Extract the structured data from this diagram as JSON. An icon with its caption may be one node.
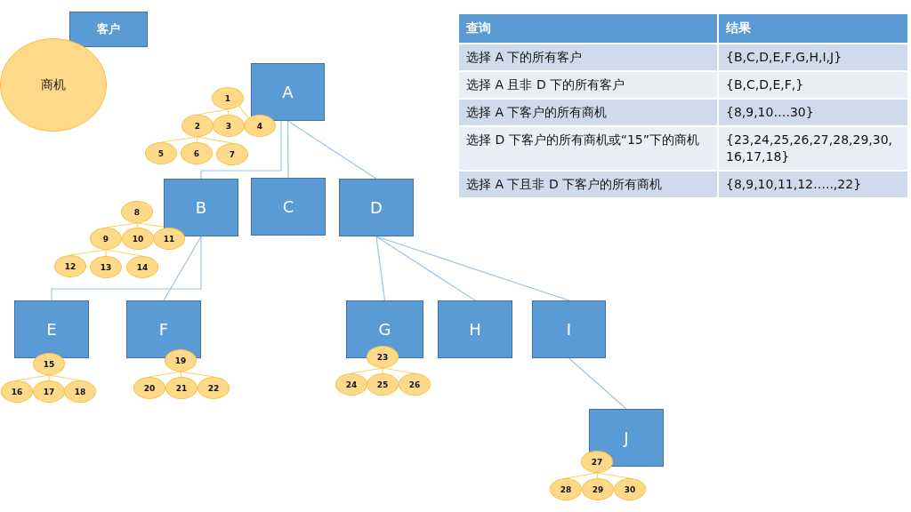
{
  "diagram": {
    "nodes": [
      {
        "text": [
          "客户"
        ]
      },
      {
        "text": [
          "商机"
        ]
      },
      {
        "text": [
          "A"
        ]
      },
      {
        "text": [
          "B"
        ]
      },
      {
        "text": [
          "C"
        ]
      },
      {
        "text": [
          "D"
        ]
      },
      {
        "text": [
          "E"
        ]
      },
      {
        "text": [
          "F"
        ]
      },
      {
        "text": [
          "G"
        ]
      },
      {
        "text": [
          "H"
        ]
      },
      {
        "text": [
          "I"
        ]
      },
      {
        "text": [
          "J"
        ]
      },
      {
        "text": [
          "1"
        ]
      },
      {
        "text": [
          "2"
        ]
      },
      {
        "text": [
          "3"
        ]
      },
      {
        "text": [
          "4"
        ]
      },
      {
        "text": [
          "5"
        ]
      },
      {
        "text": [
          "6"
        ]
      },
      {
        "text": [
          "7"
        ]
      },
      {
        "text": [
          "8"
        ]
      },
      {
        "text": [
          "9"
        ]
      },
      {
        "text": [
          "10"
        ]
      },
      {
        "text": [
          "11"
        ]
      },
      {
        "text": [
          "12"
        ]
      },
      {
        "text": [
          "13"
        ]
      },
      {
        "text": [
          "14"
        ]
      },
      {
        "text": [
          "15"
        ]
      },
      {
        "text": [
          "16"
        ]
      },
      {
        "text": [
          "17"
        ]
      },
      {
        "text": [
          "18"
        ]
      },
      {
        "text": [
          "19"
        ]
      },
      {
        "text": [
          "20"
        ]
      },
      {
        "text": [
          "21"
        ]
      },
      {
        "text": [
          "22"
        ]
      },
      {
        "text": [
          "23"
        ]
      },
      {
        "text": [
          "24"
        ]
      },
      {
        "text": [
          "25"
        ]
      },
      {
        "text": [
          "26"
        ]
      },
      {
        "text": [
          "27"
        ]
      },
      {
        "text": [
          "28"
        ]
      },
      {
        "text": [
          "29"
        ]
      },
      {
        "text": [
          "30"
        ]
      }
    ],
    "edges": [
      {
        "from": 2,
        "to": 3,
        "arrow": "none",
        "color": "#9dc3e6"
      },
      {
        "from": 2,
        "to": 4,
        "arrow": "none",
        "color": "#9dc3e6"
      },
      {
        "from": 2,
        "to": 5,
        "arrow": "none",
        "color": "#9dc3e6"
      },
      {
        "from": 3,
        "to": 6,
        "arrow": "none",
        "color": "#9dc3e6"
      },
      {
        "from": 3,
        "to": 7,
        "arrow": "none",
        "color": "#9dc3e6"
      },
      {
        "from": 5,
        "to": 8,
        "arrow": "none",
        "color": "#9dc3e6"
      },
      {
        "from": 5,
        "to": 9,
        "arrow": "none",
        "color": "#9dc3e6"
      },
      {
        "from": 5,
        "to": 10,
        "arrow": "none",
        "color": "#9dc3e6"
      },
      {
        "from": 10,
        "to": 11,
        "arrow": "none",
        "color": "#9dc3e6"
      },
      {
        "from": 12,
        "to": 13,
        "arrow": "none"
      },
      {
        "from": 12,
        "to": 14,
        "arrow": "none"
      },
      {
        "from": 12,
        "to": 15,
        "arrow": "none"
      },
      {
        "from": 13,
        "to": 16,
        "arrow": "none"
      },
      {
        "from": 13,
        "to": 17,
        "arrow": "none"
      },
      {
        "from": 13,
        "to": 18,
        "arrow": "none"
      },
      {
        "from": 19,
        "to": 20,
        "arrow": "none"
      },
      {
        "from": 19,
        "to": 21,
        "arrow": "none"
      },
      {
        "from": 19,
        "to": 22,
        "arrow": "none"
      },
      {
        "from": 20,
        "to": 23,
        "arrow": "none"
      },
      {
        "from": 20,
        "to": 24,
        "arrow": "none"
      },
      {
        "from": 20,
        "to": 25,
        "arrow": "none"
      },
      {
        "from": 26,
        "to": 27,
        "arrow": "none"
      },
      {
        "from": 26,
        "to": 28,
        "arrow": "none"
      },
      {
        "from": 26,
        "to": 29,
        "arrow": "none"
      },
      {
        "from": 30,
        "to": 31,
        "arrow": "none"
      },
      {
        "from": 30,
        "to": 32,
        "arrow": "none"
      },
      {
        "from": 30,
        "to": 33,
        "arrow": "none"
      },
      {
        "from": 34,
        "to": 35,
        "arrow": "none"
      },
      {
        "from": 34,
        "to": 36,
        "arrow": "none"
      },
      {
        "from": 34,
        "to": 37,
        "arrow": "none"
      },
      {
        "from": 38,
        "to": 39,
        "arrow": "none"
      },
      {
        "from": 38,
        "to": 40,
        "arrow": "none"
      },
      {
        "from": 38,
        "to": 41,
        "arrow": "none"
      }
    ],
    "labels": [
      "查询",
      "结果",
      "选择 A 下的所有客户",
      "{B,C,D,E,F,G,H,I,J}",
      "选择 A 且非 D 下的所有客户",
      "{B,C,D,E,F,}",
      "选择 A 下客户的所有商机",
      "{8,9,10….30}",
      "选择 D 下客户的所有商机或“15”下的商机",
      "{23,24,25,26,27,28,29,30, 16,17,18}",
      "选择 A 下且非 D 下客户的所有商机",
      "{8,9,10,11,12…..,22}"
    ]
  }
}
